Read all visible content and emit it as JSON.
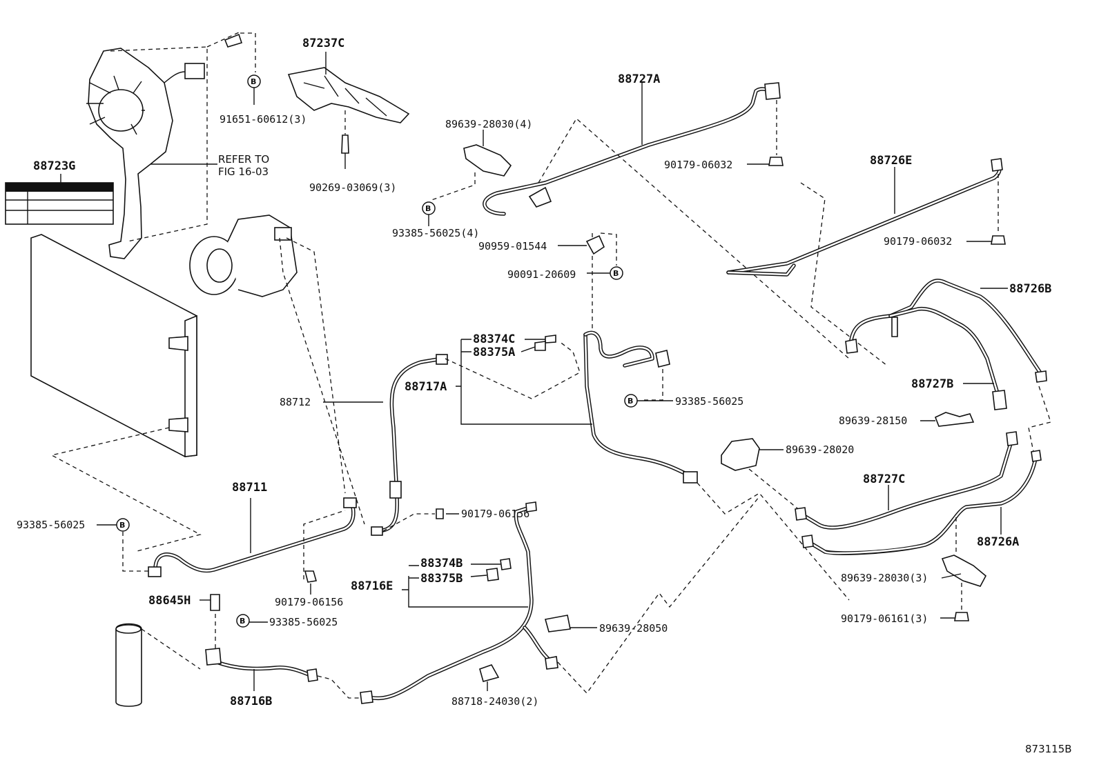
{
  "diagram_id": "873115B",
  "reference_note": [
    "REFER TO",
    "FIG 16-03"
  ],
  "callouts": {
    "p87237C": "87237C",
    "p91651": "91651-60612(3)",
    "p90269": "90269-03069(3)",
    "p88723G": "88723G",
    "p89639_28030_4": "89639-28030(4)",
    "p93385_4": "93385-56025(4)",
    "p88727A": "88727A",
    "p90179_06032_a": "90179-06032",
    "p88726E": "88726E",
    "p90179_06032_b": "90179-06032",
    "p90959": "90959-01544",
    "p90091": "90091-20609",
    "p88726B": "88726B",
    "p88374C": "88374C",
    "p88375A": "88375A",
    "p88717A": "88717A",
    "p88712": "88712",
    "p93385_mid": "93385-56025",
    "p88727B": "88727B",
    "p89639_28150": "89639-28150",
    "p89639_28020": "89639-28020",
    "p88727C": "88727C",
    "p88726A": "88726A",
    "p88711": "88711",
    "p93385_left": "93385-56025",
    "p90179_06156_a": "90179-06156",
    "p90179_06156_b": "90179-06156",
    "p88374B": "88374B",
    "p88375B": "88375B",
    "p88716E": "88716E",
    "p88645H": "88645H",
    "p93385_low": "93385-56025",
    "p89639_28050": "89639-28050",
    "p89639_28030_3": "89639-28030(3)",
    "p90179_06161": "90179-06161(3)",
    "p88716B": "88716B",
    "p88718": "88718-24030(2)"
  },
  "badge_letter": "B"
}
